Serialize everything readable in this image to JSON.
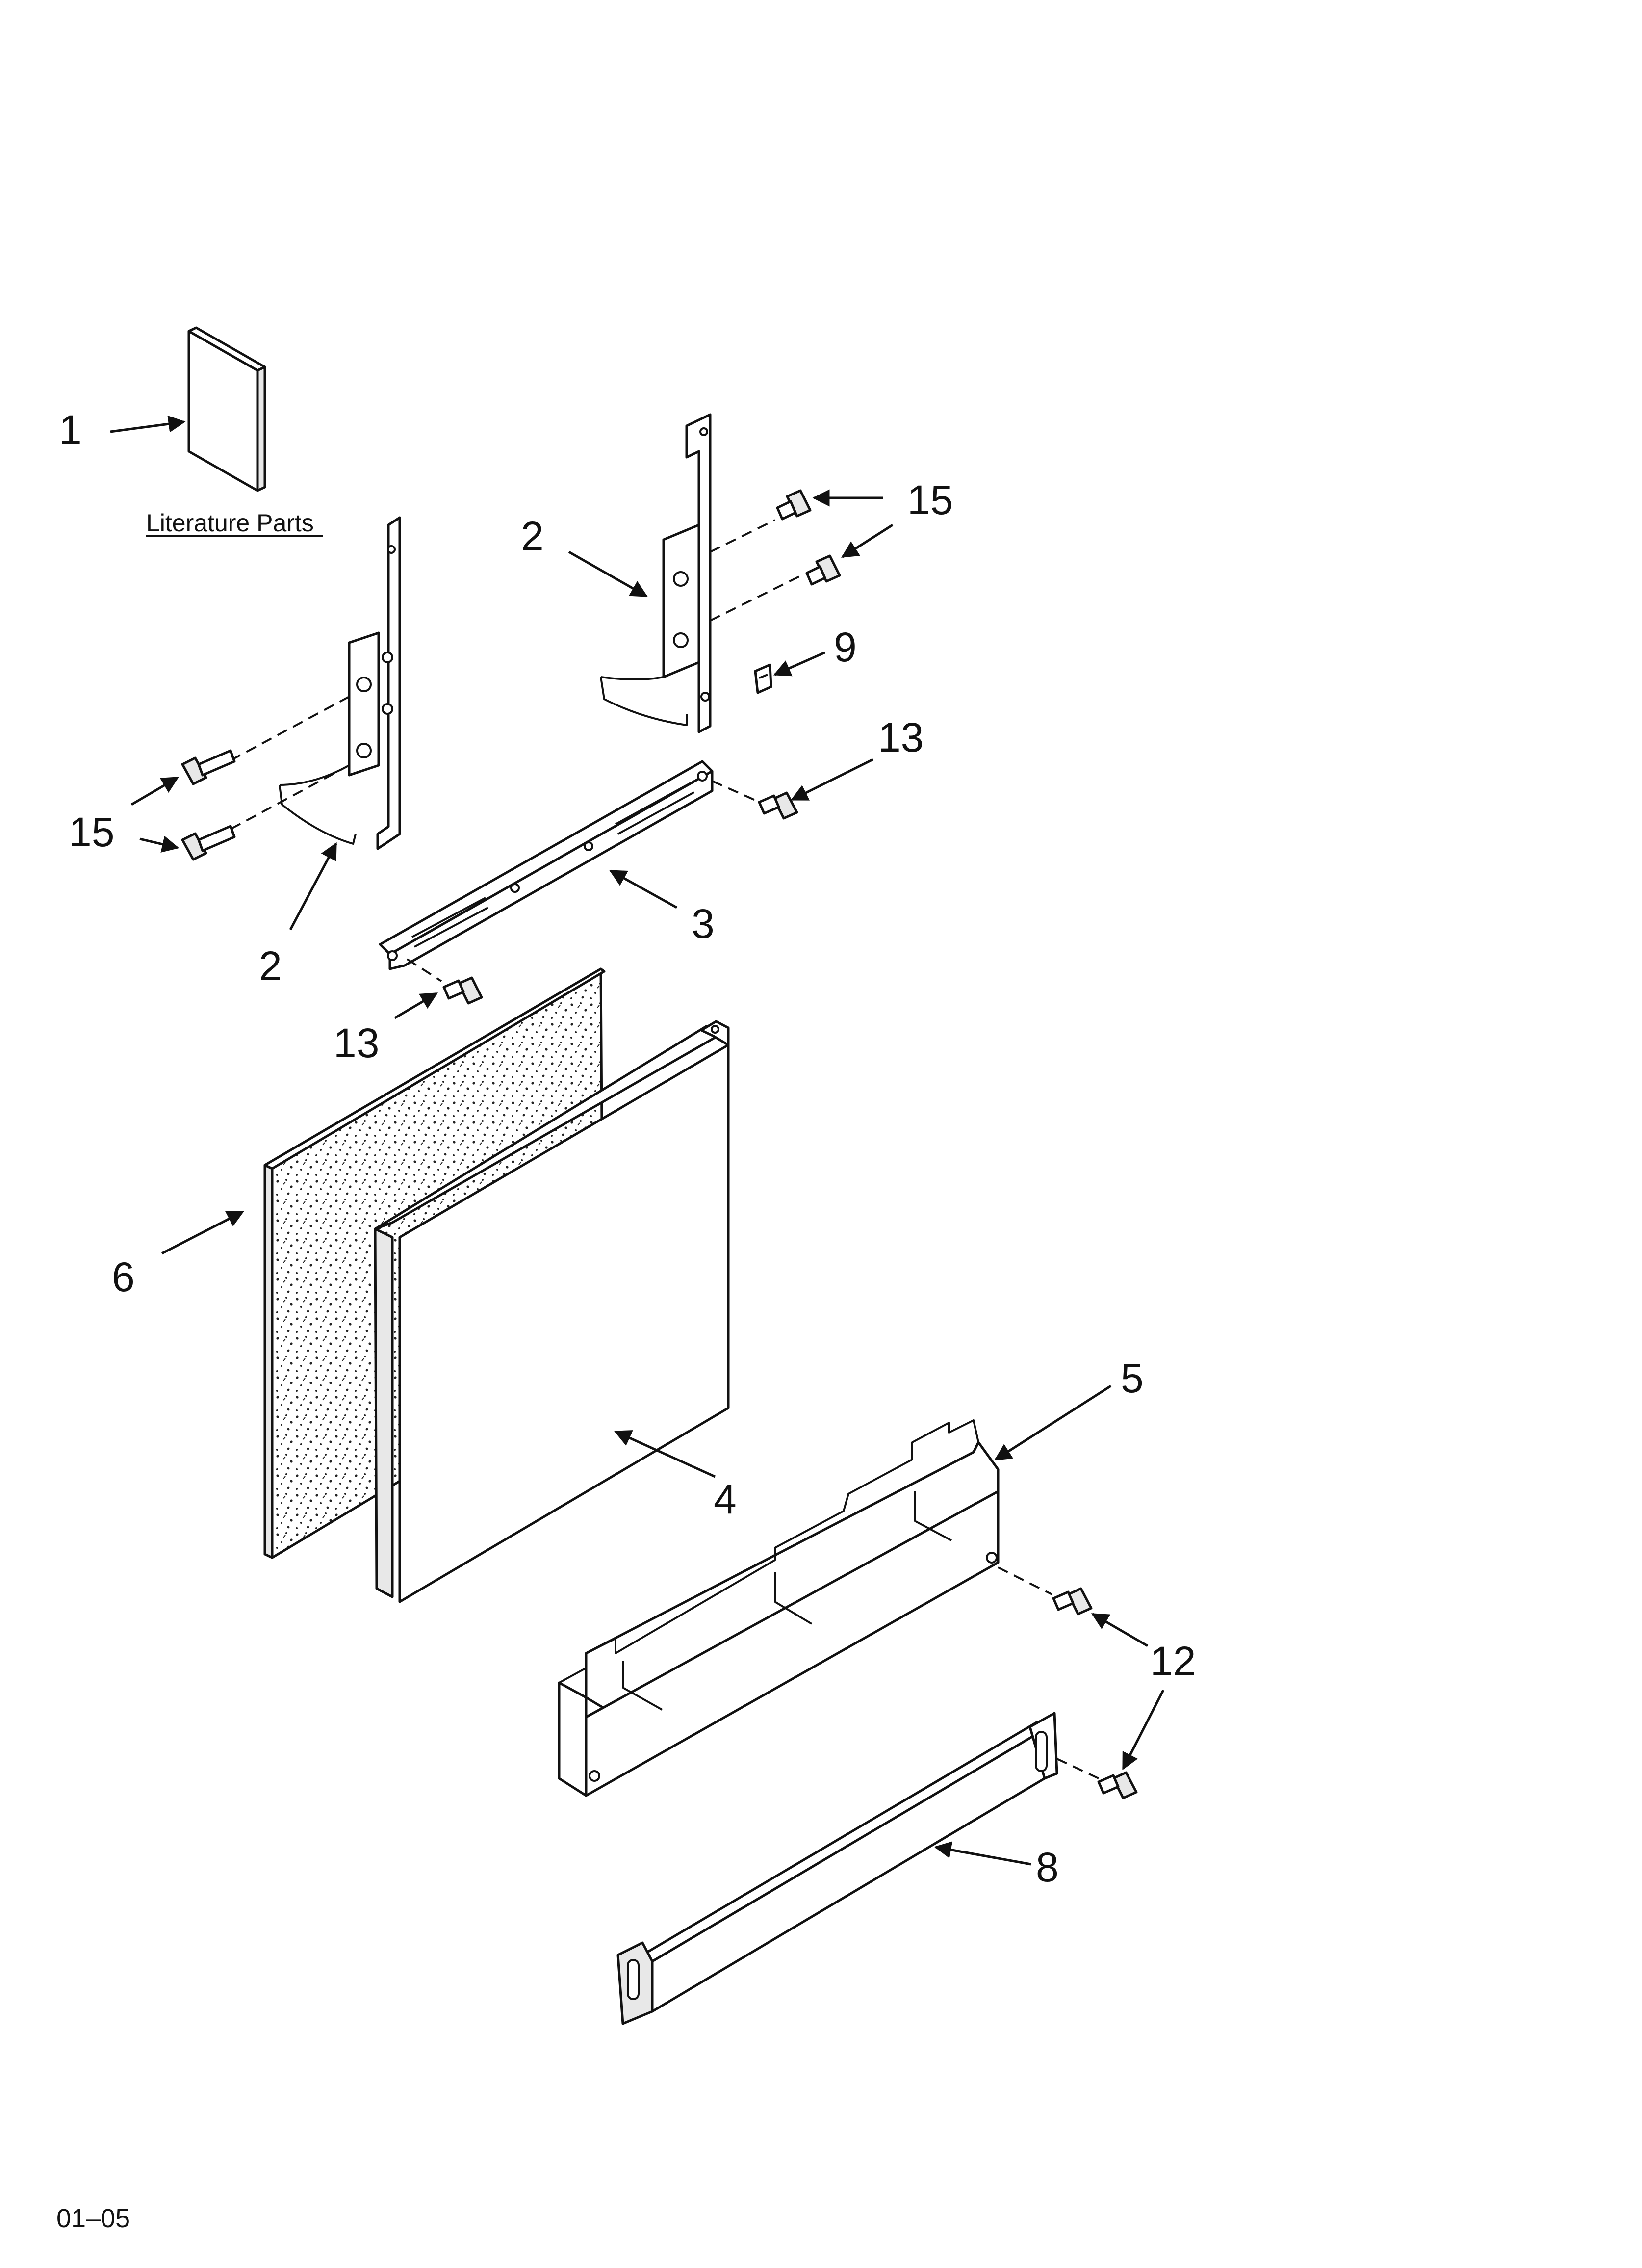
{
  "diagram": {
    "literature_label": "Literature Parts",
    "footer_code": "01–05",
    "callouts": {
      "c1": "1",
      "c2_upper": "2",
      "c2_lower": "2",
      "c3": "3",
      "c4": "4",
      "c5": "5",
      "c6": "6",
      "c8": "8",
      "c9": "9",
      "c12": "12",
      "c13_upper": "13",
      "c13_lower": "13",
      "c15_upper": "15",
      "c15_lower": "15"
    }
  }
}
